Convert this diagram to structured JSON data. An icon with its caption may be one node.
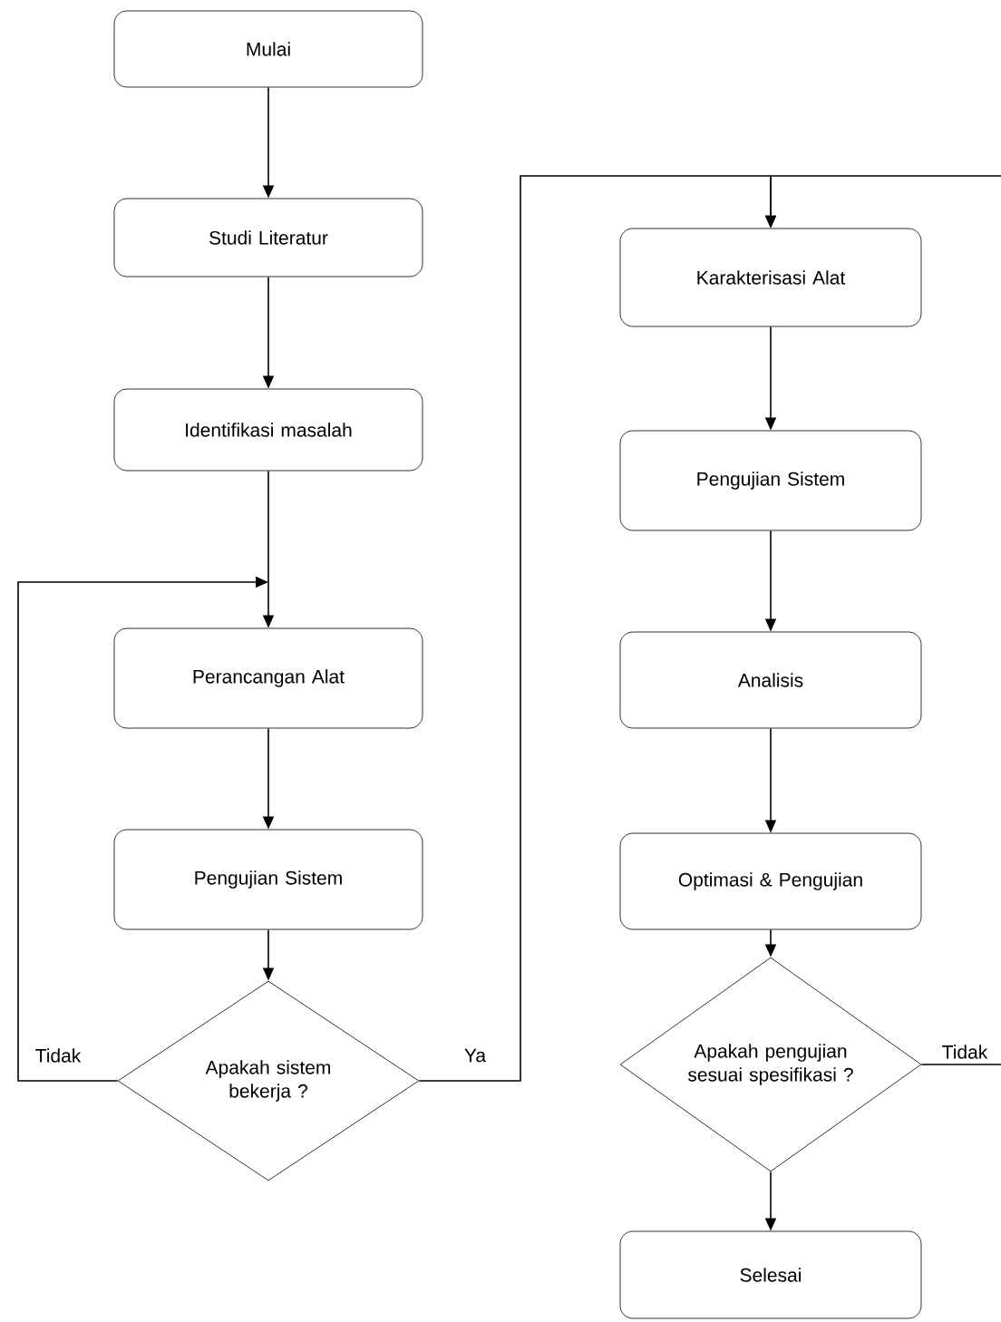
{
  "diagram": {
    "nodes": [
      {
        "text": [
          "Mulai"
        ]
      },
      {
        "text": [
          "Studi Literatur"
        ]
      },
      {
        "text": [
          "Identifikasi masalah"
        ]
      },
      {
        "text": [
          "Perancangan Alat"
        ]
      },
      {
        "text": [
          "Pengujian Sistem"
        ]
      },
      {
        "text": [
          "Apakah sistem bekerja ?"
        ]
      },
      {
        "text": [
          "Karakterisasi Alat"
        ]
      },
      {
        "text": [
          "Pengujian Sistem"
        ]
      },
      {
        "text": [
          "Analisis"
        ]
      },
      {
        "text": [
          "Optimasi & Pengujian"
        ]
      },
      {
        "text": [
          "Apakah pengujian sesuai spesifikasi ?"
        ]
      },
      {
        "text": [
          "Selesai"
        ]
      }
    ],
    "edges": [
      {
        "from": 0,
        "to": 1,
        "arrow": "to"
      },
      {
        "from": 1,
        "to": 2,
        "arrow": "to"
      },
      {
        "from": 2,
        "to": 3,
        "arrow": "to"
      },
      {
        "from": 3,
        "to": 4,
        "arrow": "to"
      },
      {
        "from": 4,
        "to": 5,
        "arrow": "to"
      },
      {
        "from": 5,
        "to": 3,
        "arrow": "to",
        "label": "Tidak"
      },
      {
        "from": 5,
        "to": 6,
        "arrow": "to",
        "label": "Ya"
      },
      {
        "from": 6,
        "to": 7,
        "arrow": "to"
      },
      {
        "from": 7,
        "to": 8,
        "arrow": "to"
      },
      {
        "from": 8,
        "to": 9,
        "arrow": "to"
      },
      {
        "from": 9,
        "to": 10,
        "arrow": "to"
      },
      {
        "from": 10,
        "to": 6,
        "arrow": "to",
        "label": "Tidak"
      },
      {
        "from": 10,
        "to": 11,
        "arrow": "to"
      }
    ]
  }
}
